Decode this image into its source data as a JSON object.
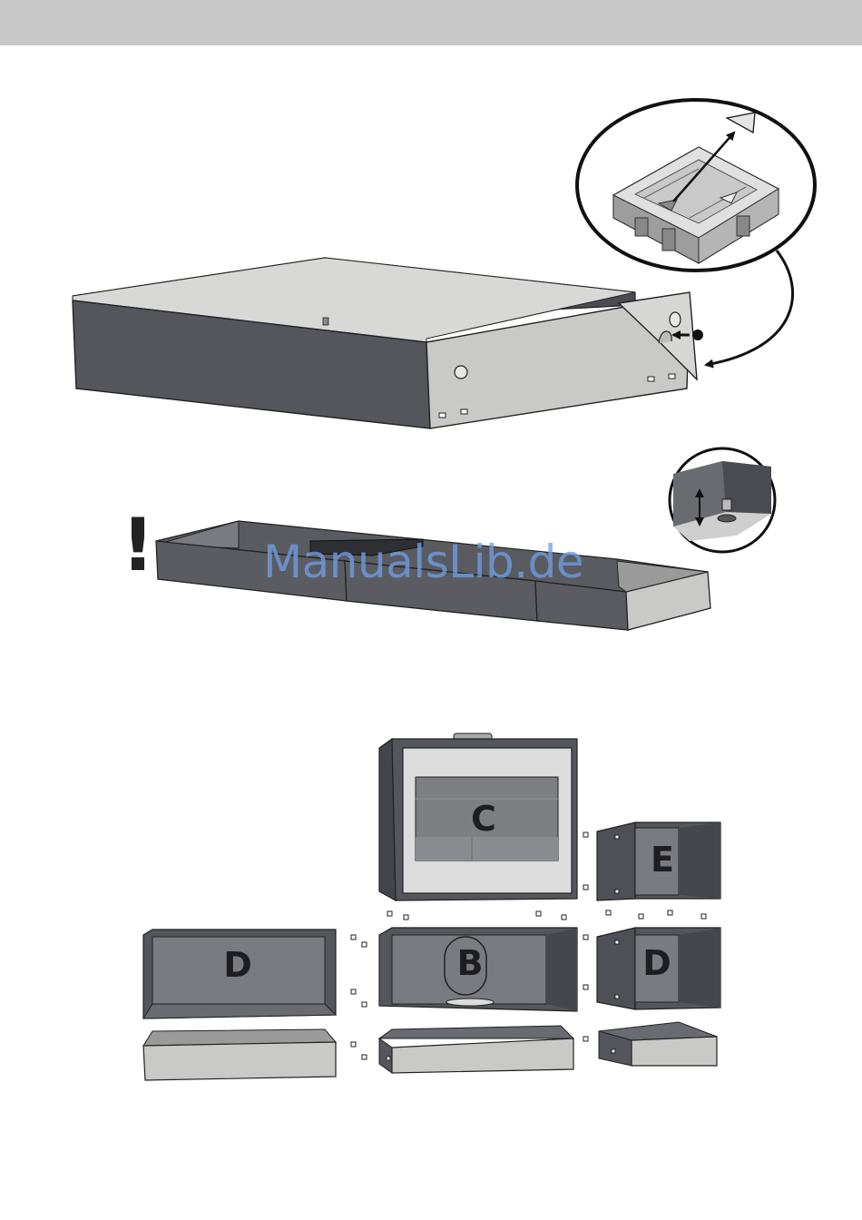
{
  "header": {
    "title": ""
  },
  "watermark": {
    "text": "ManualsLib.de"
  },
  "warning": {
    "symbol": "!"
  },
  "module_labels": {
    "c": "C",
    "e": "E",
    "d_left": "D",
    "b": "B",
    "d_right": "D"
  },
  "colors": {
    "header_bar": "#c8c8c8",
    "dark_panel": "#55565b",
    "light_panel": "#c9c9c8",
    "watermark": "#6f9ee6"
  },
  "icons": [
    "base-frame-plinth",
    "corner-bracket-detail",
    "leveling-foot-detail",
    "insert-stove-c",
    "modular-boxes"
  ]
}
